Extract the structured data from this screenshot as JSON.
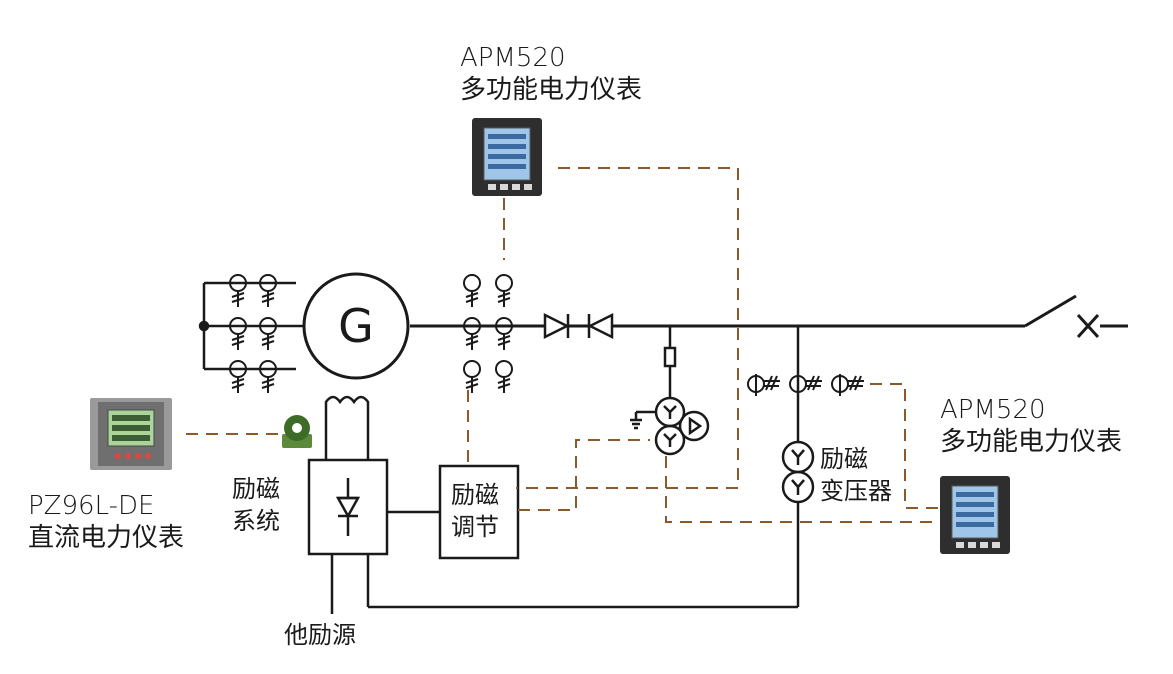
{
  "meters": {
    "top": {
      "model": "APM520",
      "desc": "多功能电力仪表"
    },
    "right": {
      "model": "APM520",
      "desc": "多功能电力仪表"
    },
    "left": {
      "model": "PZ96L-DE",
      "desc": "直流电力仪表"
    }
  },
  "generator": {
    "symbol": "G"
  },
  "excitation_system": {
    "line1": "励磁",
    "line2": "系统"
  },
  "excitation_regulation": {
    "line1": "励磁",
    "line2": "调节"
  },
  "excitation_transformer": {
    "line1": "励磁",
    "line2": "变压器"
  },
  "separate_excitation": {
    "label": "他励源"
  },
  "colors": {
    "line": "#1a1a1a",
    "dashed": "#8a5a2b",
    "meter_body": "#2e2e2e",
    "meter_screen": "#9fc6e8"
  }
}
